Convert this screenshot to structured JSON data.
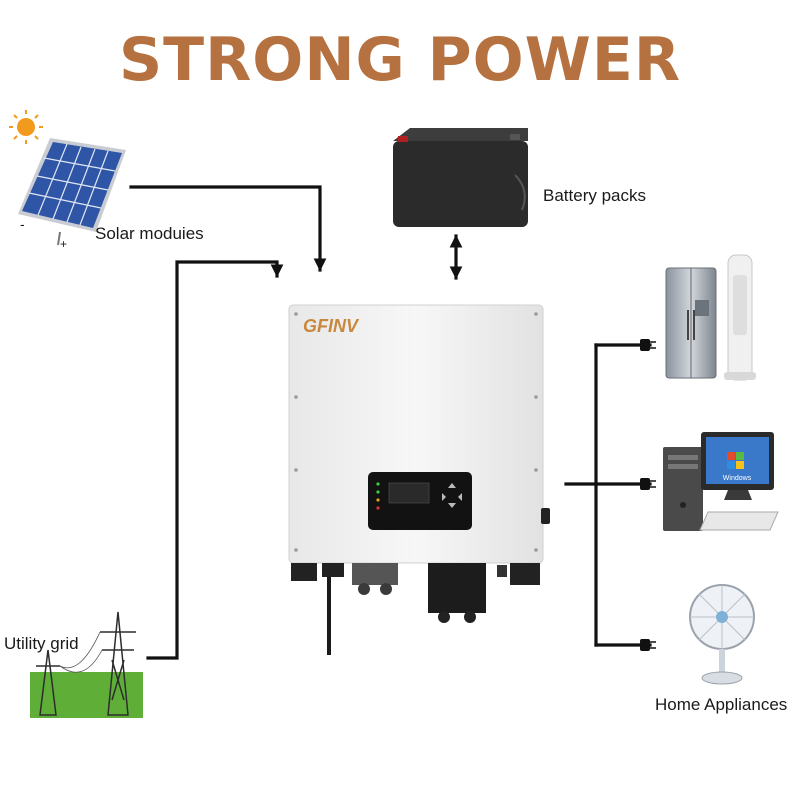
{
  "title": "STRONG POWER",
  "brand": "GFINV",
  "labels": {
    "solar": "Solar moduies",
    "battery": "Battery packs",
    "grid": "Utility grid",
    "appliances": "Home Appliances"
  },
  "panel": {
    "minus": "-",
    "plus": "+"
  },
  "screen": {
    "os_text": "Windows"
  },
  "colors": {
    "title": "#b5713f",
    "brand": "#c8883f",
    "line": "#111111",
    "solar_cell": "#2f55a6",
    "battery": "#2b2b2b",
    "inverter": "#f4f4f4",
    "grass": "#5fae38"
  }
}
